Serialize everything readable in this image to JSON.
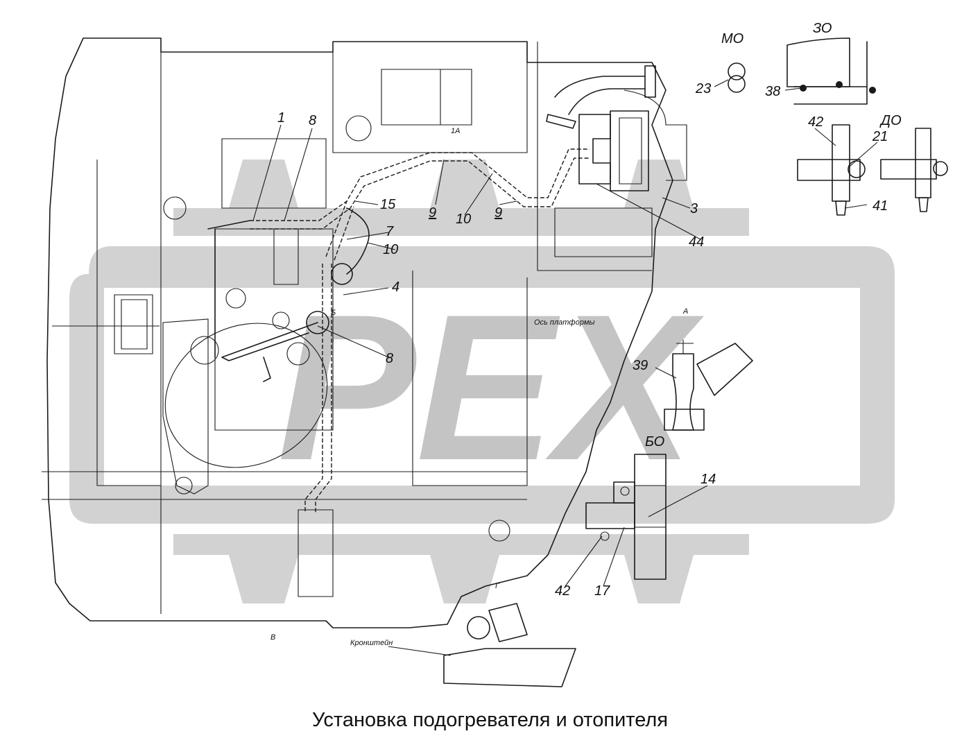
{
  "caption": "Установка подогревателя и отопителя",
  "watermark": "РЕХ",
  "callouts": {
    "c1": "1",
    "c8a": "8",
    "c15": "15",
    "c7": "7",
    "c10a": "10",
    "c4": "4",
    "c8b": "8",
    "c9a": "9",
    "c10b": "10",
    "c9b": "9",
    "c3": "3",
    "c44": "44",
    "c23": "23",
    "c38": "38",
    "c42a": "42",
    "c21": "21",
    "c41": "41",
    "c39": "39",
    "c14": "14",
    "c42b": "42",
    "c17": "17"
  },
  "view_labels": {
    "v_mo": "МО",
    "v_zo": "ЗО",
    "v_do": "ДО",
    "v_bo": "БО",
    "v_a": "А",
    "v_1a": "1А",
    "v_b": "Б",
    "v_g": "Г",
    "v_v": "В"
  },
  "notes": {
    "platform": "Ось платформы",
    "bracket": "Кронштейн"
  },
  "colors": {
    "line": "#1a1a1a",
    "watermark": "#d2d2d2",
    "background": "#ffffff"
  }
}
